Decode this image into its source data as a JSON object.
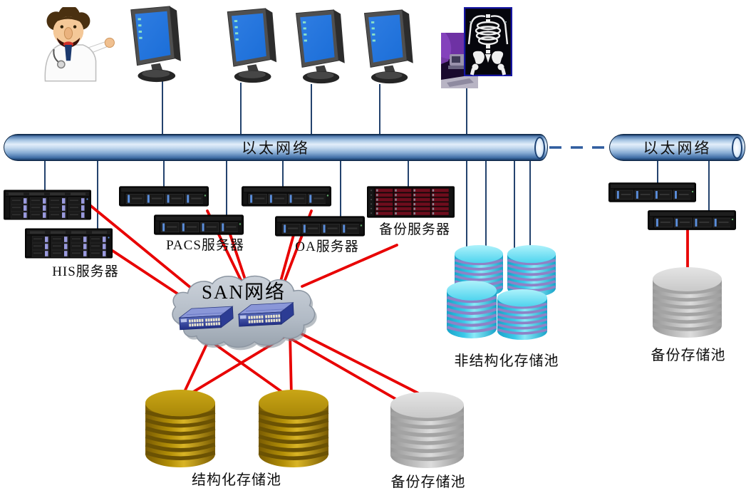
{
  "diagram_type": "hospital-network-topology",
  "labels": {
    "ethernet_main": "以太网络",
    "ethernet_remote": "以太网络",
    "san": "SAN网络",
    "his": "HIS服务器",
    "pacs": "PACS服务器",
    "oa": "OA服务器",
    "backup_server": "备份服务器",
    "unstructured_pool": "非结构化存储池",
    "structured_pool": "结构化存储池",
    "backup_pool_main": "备份存储池",
    "backup_pool_remote": "备份存储池"
  },
  "colors": {
    "red_link": "#e80000",
    "connector": "#24436e",
    "dashed_link": "#2e5c9e",
    "bus_light": "#e2eefa",
    "bus_dark": "#16355f",
    "cloud_fill": "#b9c2cc",
    "cloud_shadow": "#7e8894",
    "monitor_screen": "#1b6ed8",
    "led_blue": "#5b8dd9",
    "drive_purple": "#9a9ade",
    "backup_red": "#6e0d1d",
    "cylinders": {
      "blue": {
        "edgeDark": "#17a3c9",
        "body": "#3cc9e9",
        "bodyLight": "#8ae9f7",
        "top": "#4fd4ee",
        "topLight": "#aef2fb",
        "stripe": "#8e82c6"
      },
      "gold": {
        "edgeDark": "#7a5c03",
        "body": "#b38f07",
        "bodyLight": "#d9b425",
        "top": "#a98708",
        "topLight": "#c9a616",
        "stripe": "#6b5203"
      },
      "gray": {
        "edgeDark": "#979797",
        "body": "#c2c2c2",
        "bodyLight": "#dcdcdc",
        "top": "#c9c9c9",
        "topLight": "#e4e4e4",
        "stripe": "#a3a3a3"
      }
    }
  }
}
